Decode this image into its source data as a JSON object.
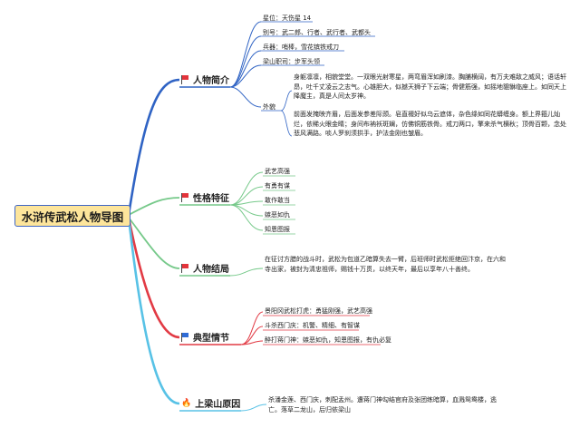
{
  "root": {
    "title": "水浒传武松人物导图"
  },
  "colors": {
    "blue": "#2f63c4",
    "green": "#76c98a",
    "red": "#e23a44",
    "cyan": "#58c2e6",
    "flag_red": "#e3343b",
    "flag_blue": "#2f6bd6"
  },
  "topics": {
    "profile": {
      "label": "人物简介",
      "icon": "red-flag"
    },
    "traits": {
      "label": "性格特征",
      "icon": "red-flag"
    },
    "ending": {
      "label": "人物结局",
      "icon": "red-flag"
    },
    "plots": {
      "label": "典型情节",
      "icon": "blue-flag"
    },
    "reason": {
      "label": "上梁山原因",
      "icon": "fire"
    }
  },
  "profile": {
    "star": "星位：天伤星 14",
    "aliases": "别号：武二郎、行者、武行者、武都头",
    "weapons": "兵器：哨棒，雪花镔铁戒刀",
    "post": "梁山职司：步军头领",
    "appearance_label": "外貌",
    "appearance_1": "身躯凛凛，相貌堂堂。一双眼光射寒星，两弯眉浑如刷漆。胸脯横阔，有万夫难敌之威风；语话轩昂，吐千丈凌云之志气。心雄胆大，似撼天狮子下云端；骨健筋强，如摇地貔貅临座上。如同天上降魔主，真是人间太岁神。",
    "appearance_2": "前面发掩映齐眉，后面发参差际颈。皂直裰好似乌云遮体，杂色绦如同花蟒缠身。额上界箍儿灿烂，依稀火眼金睛；身间布衲袄斑斓，仿佛铜筋铁骨。戒刀两口，擎来杀气横秋；顶骨百颗，念处悲风满路。啖人罗刹须拱手，护法金刚也皱眉。"
  },
  "traits": [
    "武艺高强",
    "有勇有谋",
    "敢作敢当",
    "嫉恶如仇",
    "知恩图报"
  ],
  "ending": {
    "text": "在征讨方腊的战斗时，武松为包道乙暗算失去一臂，后班师时武松拒绝回汴京，在六和寺出家，被封为清忠祖师，赐钱十万贯，以终天年，最后以享年八十善终。"
  },
  "plots": [
    "景阳冈武松打虎：勇猛刚强，武艺高强",
    "斗杀西门庆：机警、精细、有智谋",
    "醉打蒋门神：嫉恶如仇，知恩图报，有仇必复"
  ],
  "reason": {
    "text": "杀潘金莲、西门庆，刺配孟州。遭蒋门神勾结官府及张团练暗算，血溅鸳鸯楼，逃亡。落草二龙山，后归依梁山"
  }
}
